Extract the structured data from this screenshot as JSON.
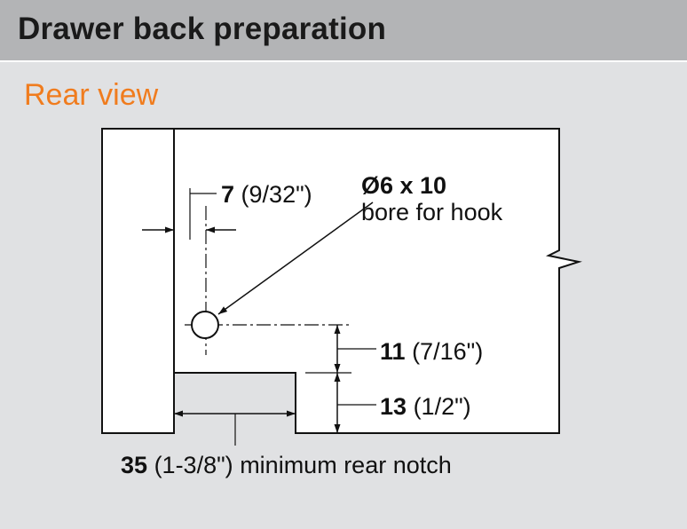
{
  "header": {
    "title": "Drawer back preparation"
  },
  "view": {
    "title": "Rear view"
  },
  "bore": {
    "title": "Ø6 x 10",
    "description": "bore for hook"
  },
  "dim_offset": {
    "value": "7",
    "imperial": "(9/32\")"
  },
  "dim_bore_height": {
    "value": "11",
    "imperial": "(7/16\")"
  },
  "dim_notch_height": {
    "value": "13",
    "imperial": "(1/2\")"
  },
  "dim_notch_width": {
    "value": "35",
    "imperial": "(1-3/8\")",
    "description": "minimum rear notch"
  },
  "colors": {
    "header_bg": "#b3b4b6",
    "page_bg": "#e0e1e3",
    "accent": "#f07c1e",
    "panel": "#ffffff",
    "line": "#111111"
  }
}
